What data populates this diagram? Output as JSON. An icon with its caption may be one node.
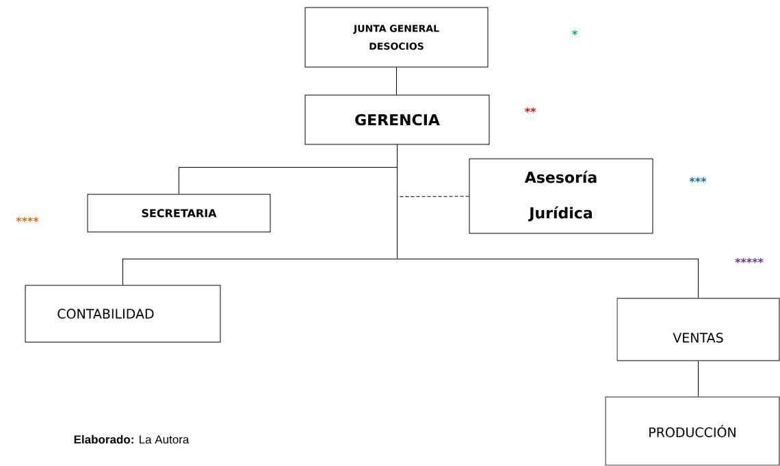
{
  "diagram": {
    "nodes": [
      {
        "text": [
          "JUNTA GENERAL DESOCIOS"
        ]
      },
      {
        "text": [
          "GERENCIA"
        ]
      },
      {
        "text": [
          "SECRETARIA"
        ]
      },
      {
        "text": [
          "Asesoría Jurídica"
        ]
      },
      {
        "text": [
          "CONTABILIDAD"
        ]
      },
      {
        "text": [
          "VENTAS"
        ]
      },
      {
        "text": [
          "PRODUCCIÓN"
        ]
      }
    ],
    "edges": [
      {
        "from": 0,
        "to": 1,
        "arrow": "none"
      },
      {
        "from": 1,
        "to": 2,
        "arrow": "none"
      },
      {
        "from": 1,
        "to": 3,
        "arrow": "none",
        "style": "dashed"
      },
      {
        "from": 1,
        "to": 4,
        "arrow": "none"
      },
      {
        "from": 1,
        "to": 5,
        "arrow": "none"
      },
      {
        "from": 5,
        "to": 6,
        "arrow": "none"
      }
    ],
    "labels": [
      "*",
      "**",
      "***",
      "****",
      "*****",
      "**Elaborado:** La Autora"
    ]
  }
}
